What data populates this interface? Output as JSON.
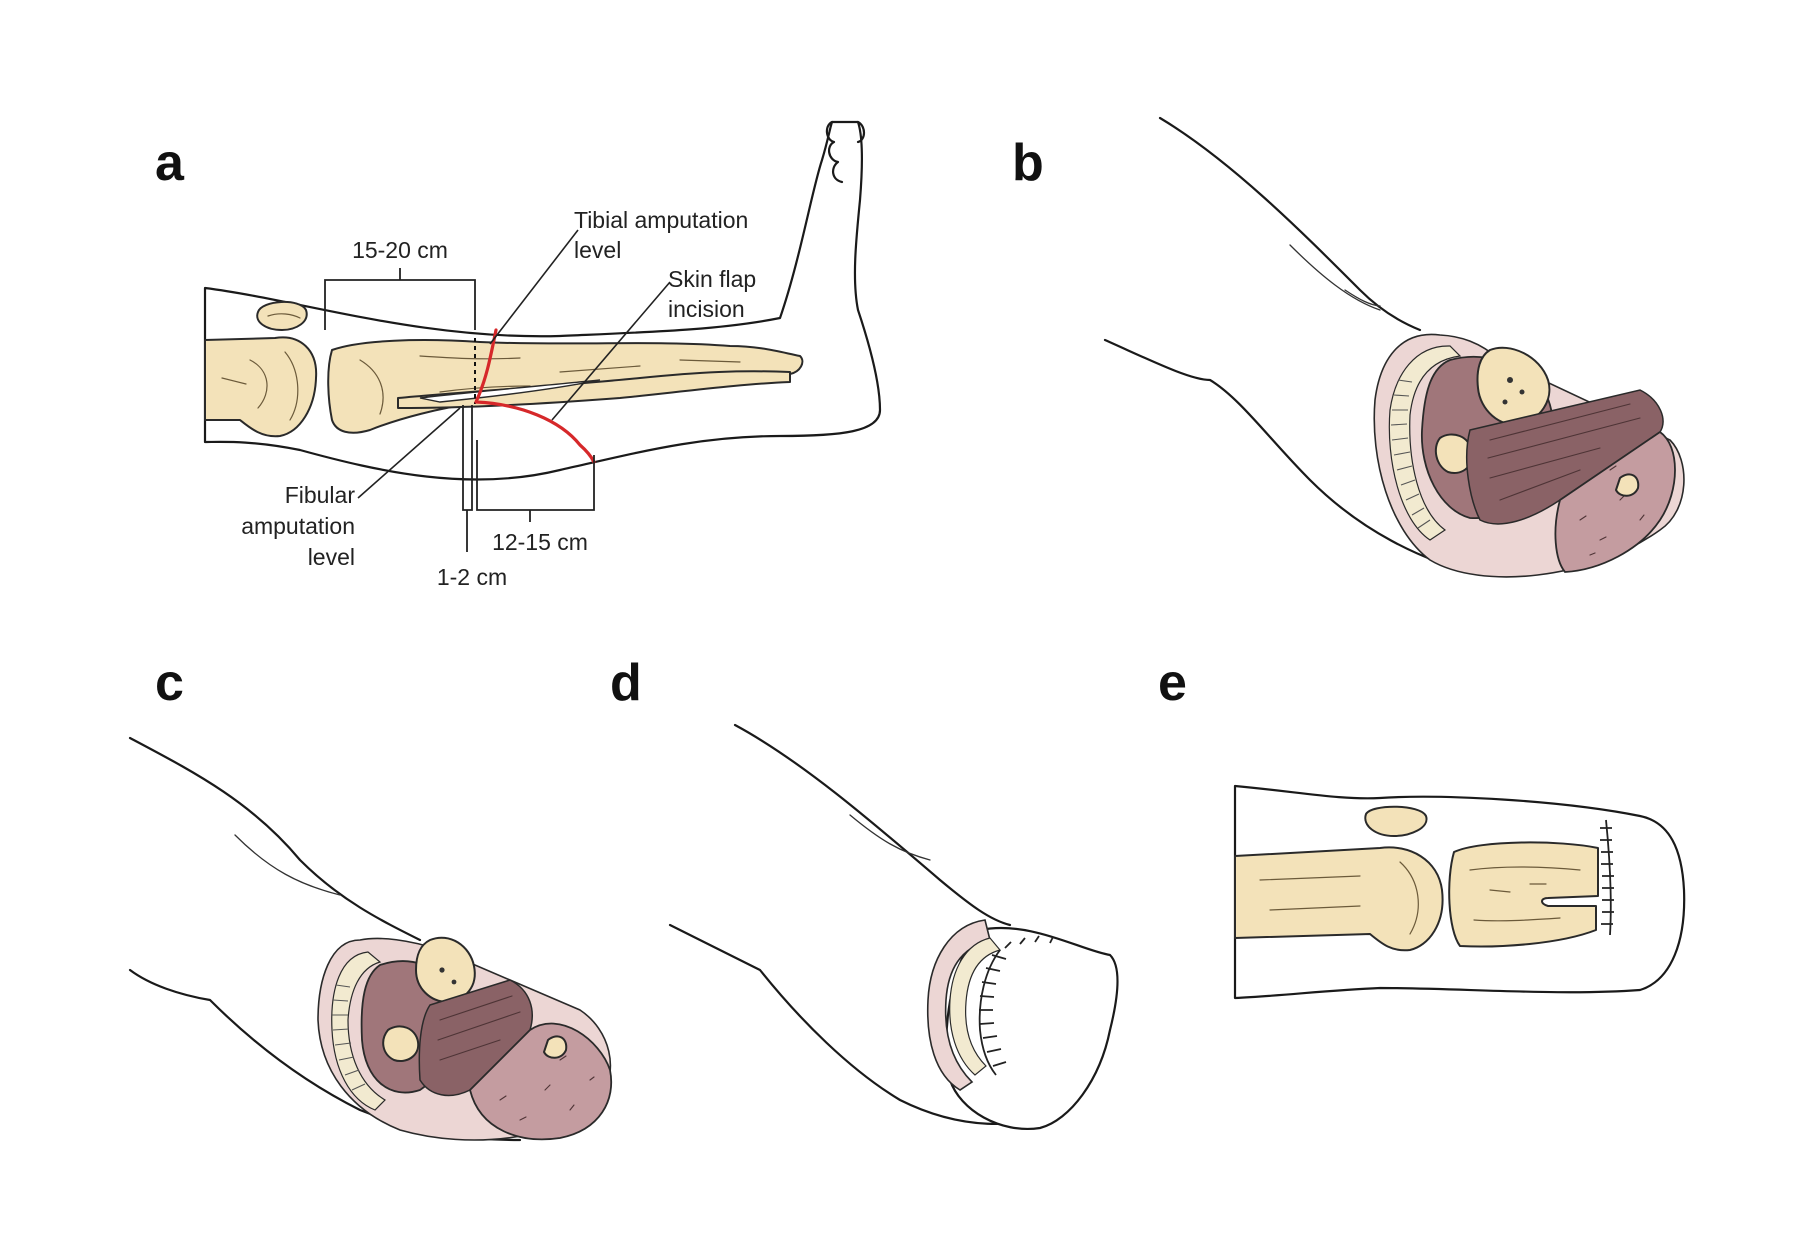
{
  "panels": {
    "a": "a",
    "b": "b",
    "c": "c",
    "d": "d",
    "e": "e"
  },
  "labels": {
    "span_15_20": "15-20 cm",
    "span_12_15": "12-15 cm",
    "span_1_2": "1-2 cm",
    "tibial_line1": "Tibial amputation",
    "tibial_line2": "level",
    "skinflap_line1": "Skin flap",
    "skinflap_line2": "incision",
    "fibular_line1": "Fibular",
    "fibular_line2": "amputation",
    "fibular_line3": "level"
  },
  "colors": {
    "bone": "#f3e2b9",
    "muscle": "#a0767a",
    "flap": "#c49ca0",
    "incision": "#d6282a"
  }
}
